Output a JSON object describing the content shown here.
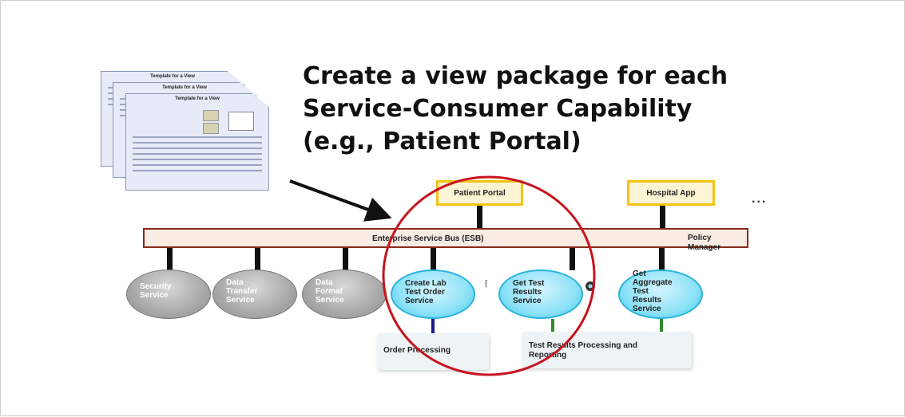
{
  "title_lines": [
    "Create a view package for each",
    "Service-Consumer Capability",
    "(e.g., Patient Portal)"
  ],
  "template": {
    "page_titles": [
      "Template for a View",
      "Template for a View",
      "Template for a View"
    ]
  },
  "consumers": [
    {
      "label": "Patient Portal"
    },
    {
      "label": "Hospital App"
    }
  ],
  "ellipsis": "...",
  "esb": {
    "label": "Enterprise Service Bus (ESB)",
    "policy_manager": "Policy\nManager"
  },
  "services": [
    {
      "label": "Security\nService",
      "style": "gray"
    },
    {
      "label": "Data\nTransfer\nService",
      "style": "gray"
    },
    {
      "label": "Data\nFormat\nService",
      "style": "gray"
    },
    {
      "label": "Create Lab\nTest Order\nService",
      "style": "blue"
    },
    {
      "label": "Get Test\nResults\nService",
      "style": "blue"
    },
    {
      "label": "Get\nAggregate\nTest\nResults\nService",
      "style": "blue"
    }
  ],
  "processing": [
    {
      "label": "Order Processing"
    },
    {
      "label": "Test Results Processing and\nReporting"
    }
  ],
  "colors": {
    "highlight_ellipse": "#c8141e",
    "esb_border": "#8b2a1a",
    "consumer_border": "#f3c316",
    "order_link": "#1a1a8c",
    "results_link": "#2e8b2e"
  }
}
